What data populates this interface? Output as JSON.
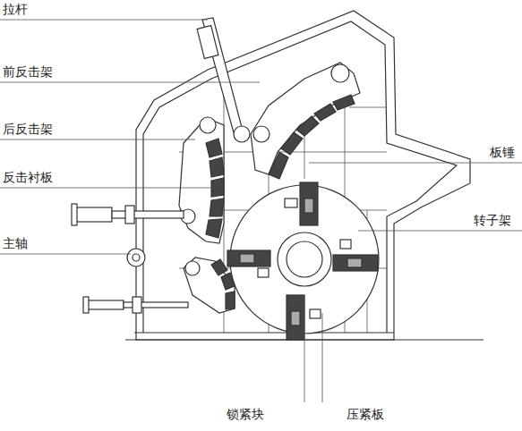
{
  "diagram": {
    "labels": [
      "拉杆",
      "前反击架",
      "后反击架",
      "反击衬板",
      "主轴",
      "板锤",
      "转子架",
      "锁紧块",
      "压紧板"
    ]
  }
}
